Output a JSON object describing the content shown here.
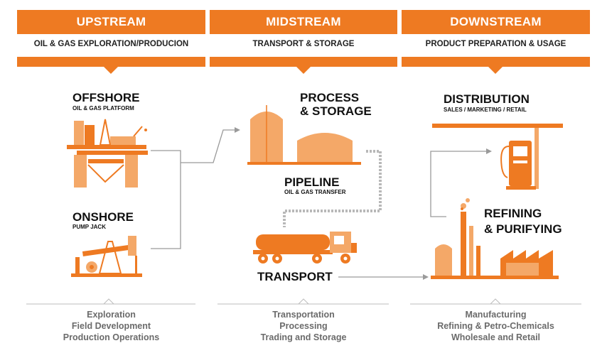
{
  "columns": [
    {
      "header": "UPSTREAM",
      "subheader": "OIL & GAS EXPLORATION/PRODUCION",
      "footer": [
        "Exploration",
        "Field Development",
        "Production Operations"
      ]
    },
    {
      "header": "MIDSTREAM",
      "subheader": "TRANSPORT & STORAGE",
      "footer": [
        "Transportation",
        "Processing",
        "Trading and Storage"
      ]
    },
    {
      "header": "DOWNSTREAM",
      "subheader": "PRODUCT PREPARATION & USAGE",
      "footer": [
        "Manufacturing",
        "Refining & Petro-Chemicals",
        "Wholesale and Retail"
      ]
    }
  ],
  "nodes": {
    "offshore": {
      "title": "OFFSHORE",
      "subtitle": "OIL & GAS PLATFORM"
    },
    "onshore": {
      "title": "ONSHORE",
      "subtitle": "PUMP JACK"
    },
    "process": {
      "title_line1": "PROCESS",
      "title_line2": "& STORAGE"
    },
    "pipeline": {
      "title": "PIPELINE",
      "subtitle": "OIL & GAS TRANSFER"
    },
    "transport": {
      "title": "TRANSPORT"
    },
    "distribution": {
      "title": "DISTRIBUTION",
      "subtitle": "SALES / MARKETING / RETAIL"
    },
    "refining": {
      "title_line1": "REFINING",
      "title_line2": "& PURIFYING"
    }
  },
  "colors": {
    "accent": "#ee7a22",
    "accent_light": "#f4a868",
    "connector": "#9a9a9a",
    "footer_text": "#6b6b6b"
  }
}
